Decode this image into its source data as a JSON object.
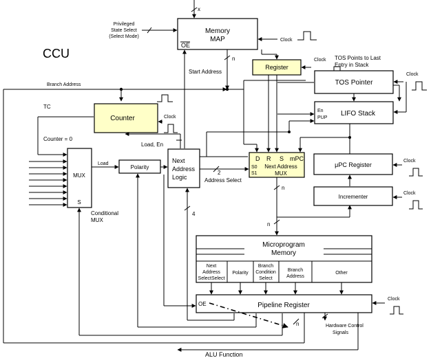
{
  "title": "CCU",
  "blocks": {
    "memory_map": {
      "line1": "Memory",
      "line2": "MAP",
      "oe": "OE"
    },
    "register": {
      "label": "Register"
    },
    "tos_pointer": {
      "label": "TOS Pointer"
    },
    "lifo_stack": {
      "label": "LIFO Stack",
      "en": "En",
      "pup": "PUP"
    },
    "counter": {
      "label": "Counter"
    },
    "mux": {
      "label": "MUX",
      "s": "S"
    },
    "polarity": {
      "label": "Polarity"
    },
    "next_address_logic": {
      "line1": "Next",
      "line2": "Address",
      "line3": "Logic"
    },
    "next_address_mux": {
      "d": "D",
      "r": "R",
      "s": "S",
      "mpc": "mPC",
      "s0": "S0",
      "s1": "S1",
      "line1": "Next Address",
      "line2": "MUX"
    },
    "upc_register": {
      "label": "μPC Register"
    },
    "incrementer": {
      "label": "Incrementer"
    },
    "microprogram_memory": {
      "line1": "Microprogram",
      "line2": "Memory",
      "fields": [
        {
          "lines": [
            "Next",
            "Address",
            "SelectSelect"
          ]
        },
        {
          "lines": [
            "Polarity"
          ]
        },
        {
          "lines": [
            "Branch",
            "Condition",
            "Select"
          ]
        },
        {
          "lines": [
            "Branch",
            "Address"
          ]
        },
        {
          "lines": [
            "Other"
          ]
        }
      ]
    },
    "pipeline_register": {
      "label": "Pipeline Register",
      "oe": "OE"
    }
  },
  "labels": {
    "privileged": [
      "Privileged",
      "State Select",
      "(Select Mode)"
    ],
    "tos_note": [
      "TOS Points to Last",
      "Entry in Stack"
    ],
    "branch_address": "Branch Address",
    "start_address": "Start Address",
    "tc": "TC",
    "counter_zero": "Counter = 0",
    "load": "Load",
    "load_en": "Load, En",
    "address_select": "Address Select",
    "conditional_mux": [
      "Conditional",
      "MUX"
    ],
    "hardware_control": [
      "Hardware Control",
      "Signals"
    ],
    "alu_function": "ALU Function",
    "bus_x": "x",
    "bus_n": "n",
    "bus_2": "2",
    "bus_4": "4",
    "clock": "Clock"
  }
}
